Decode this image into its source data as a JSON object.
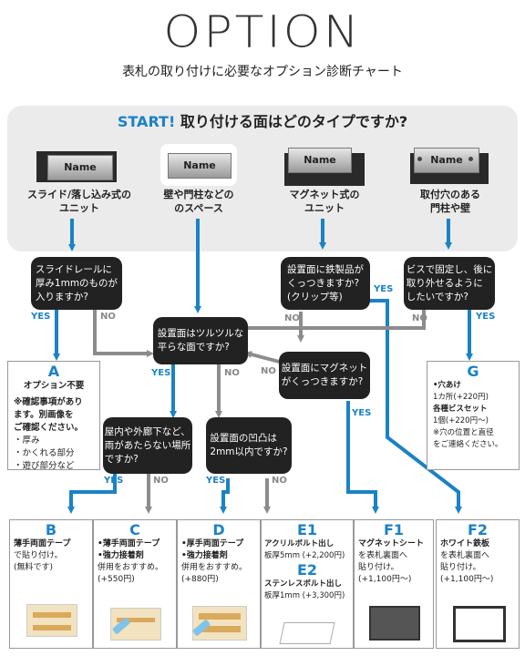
{
  "header": {
    "title": "OPTION",
    "subtitle": "表札の取り付けに必要なオプション診断チャート"
  },
  "start": {
    "prefix": "START!",
    "question": "取り付ける面はどのタイプですか?"
  },
  "types": [
    {
      "name_tag": "Name",
      "label1": "スライド/落し込み式の",
      "label2": "ユニット"
    },
    {
      "name_tag": "Name",
      "label1": "壁や門柱などの",
      "label2": "のスペース"
    },
    {
      "name_tag": "Name",
      "label1": "マグネット式の",
      "label2": "ユニット"
    },
    {
      "name_tag": "Name",
      "label1": "取付穴のある",
      "label2": "門柱や壁"
    }
  ],
  "questions": {
    "slide_rail": [
      "スライドレールに",
      "厚み1mmのものが",
      "入りますか?"
    ],
    "iron_parts": [
      "設置面に鉄製品が",
      "くっつきますか?",
      "(クリップ等)"
    ],
    "screw_fix": [
      "ビスで固定し、後に",
      "取り外せるように",
      "したいですか?"
    ],
    "smooth": [
      "設置面はツルツルな",
      "平らな面ですか?"
    ],
    "magnet": [
      "設置面にマグネット",
      "がくっつきますか?"
    ],
    "indoor": [
      "屋内や外廊下など、",
      "雨があたらない場所",
      "ですか?"
    ],
    "bump": [
      "設置面の凹凸は",
      "2mm以内ですか?"
    ]
  },
  "labels": {
    "yes": "YES",
    "no": "NO"
  },
  "results": {
    "A": {
      "letter": "A",
      "title": "オプション不要",
      "note": [
        "※確認事項があり",
        "ます。別画像を",
        "ご確認ください。"
      ],
      "items": [
        "・厚み",
        "・かくれる部分",
        "・遊び部分など"
      ]
    },
    "G": {
      "letter": "G",
      "lines": [
        "•穴あけ",
        "1カ所(+220円)",
        "各種ビスセット",
        "1個(+220円〜)",
        "※穴の位置と直径",
        "をご連絡ください。"
      ]
    },
    "B": {
      "letter": "B",
      "lines": [
        "薄手両面テープ",
        "で貼り付け。",
        "(無料です)"
      ]
    },
    "C": {
      "letter": "C",
      "lines": [
        "•薄手両面テープ",
        "•強力接着剤",
        "併用をおすすめ。",
        "(+550円)"
      ]
    },
    "D": {
      "letter": "D",
      "lines": [
        "•厚手両面テープ",
        "•強力接着剤",
        "併用をおすすめ。",
        "(+880円)"
      ]
    },
    "E1": {
      "letter": "E1",
      "lines": [
        "アクリルボルト出し",
        "板厚5mm (+2,200円)"
      ]
    },
    "E2": {
      "letter": "E2",
      "lines": [
        "ステンレスボルト出し",
        "板厚1mm (+3,300円)"
      ]
    },
    "F1": {
      "letter": "F1",
      "lines": [
        "マグネットシート",
        "を表札裏面へ",
        "貼り付け。",
        "(+1,100円〜)"
      ]
    },
    "F2": {
      "letter": "F2",
      "lines": [
        "ホワイト鉄板",
        "を表札裏面へ",
        "貼り付け。",
        "(+1,100円〜)"
      ]
    }
  },
  "colors": {
    "blue": "#1a82c6",
    "gray": "#8c8c8c",
    "dark": "#222222",
    "panel": "#ebebeb"
  }
}
